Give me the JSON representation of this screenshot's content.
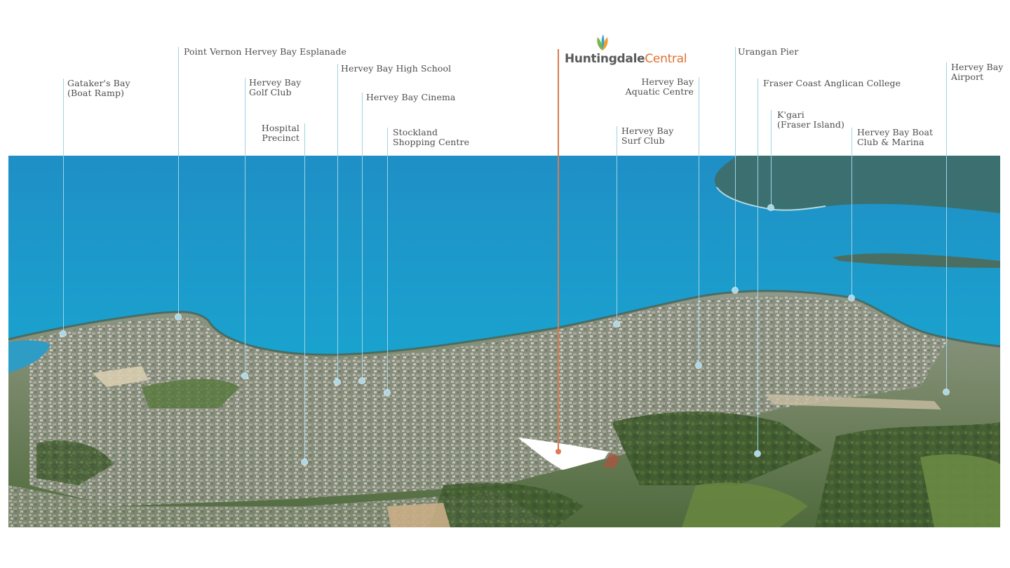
{
  "logo": {
    "part1": "Huntingdale",
    "part2": "Central",
    "mark": "leaf-icon",
    "colors": {
      "primary": "#5a5a5a",
      "accent": "#e07030"
    }
  },
  "site_marker_color": "#e07a52",
  "leader_color": "#9fd3e6",
  "labels": [
    {
      "id": "gatakers-bay",
      "text": "Gataker's Bay\n(Boat Ramp)"
    },
    {
      "id": "point-vernon",
      "text": "Point Vernon Hervey Bay Esplanade"
    },
    {
      "id": "golf-club",
      "text": "Hervey Bay\nGolf Club"
    },
    {
      "id": "hospital",
      "text": "Hospital\nPrecinct"
    },
    {
      "id": "high-school",
      "text": "Hervey Bay High School"
    },
    {
      "id": "cinema",
      "text": "Hervey Bay Cinema"
    },
    {
      "id": "stockland",
      "text": "Stockland\nShopping Centre"
    },
    {
      "id": "surf-club",
      "text": "Hervey Bay\nSurf Club"
    },
    {
      "id": "aquatic",
      "text": "Hervey Bay\nAquatic Centre"
    },
    {
      "id": "urangan-pier",
      "text": "Urangan Pier"
    },
    {
      "id": "anglican-college",
      "text": "Fraser Coast Anglican College"
    },
    {
      "id": "kgari",
      "text": "K'gari\n(Fraser Island)"
    },
    {
      "id": "boat-club",
      "text": "Hervey Bay Boat\nClub & Marina"
    },
    {
      "id": "airport",
      "text": "Hervey Bay\nAirport"
    }
  ]
}
